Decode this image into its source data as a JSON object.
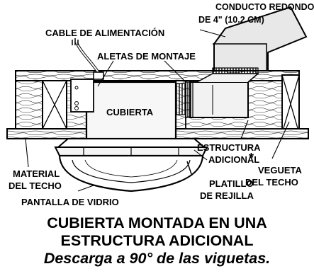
{
  "labels": {
    "duct_line1": "CONDUCTO REDONDO",
    "duct_line2": "DE 4\" (10.2 CM)",
    "power_cable": "CABLE DE ALIMENTACIÓN",
    "mounting_fins": "ALETAS DE MONTAJE",
    "housing": "CUBIERTA",
    "structure_line1": "ESTRUCTURA",
    "structure_line2": "ADICIONAL",
    "asterisk": "*",
    "ceiling_material_line1": "MATERIAL",
    "ceiling_material_line2": "DEL TECHO",
    "joist_line1": "VEGUETA",
    "joist_line2": "DEL TECHO",
    "grille_plate_line1": "PLATILLO",
    "grille_plate_line2": "DE REJILLA",
    "glass_shade": "PANTALLA DE VIDRIO"
  },
  "caption": {
    "line1": "CUBIERTA MONTADA EN UNA",
    "line2": "ESTRUCTURA ADICIONAL",
    "line3": "Descarga a 90° de las viguetas."
  }
}
